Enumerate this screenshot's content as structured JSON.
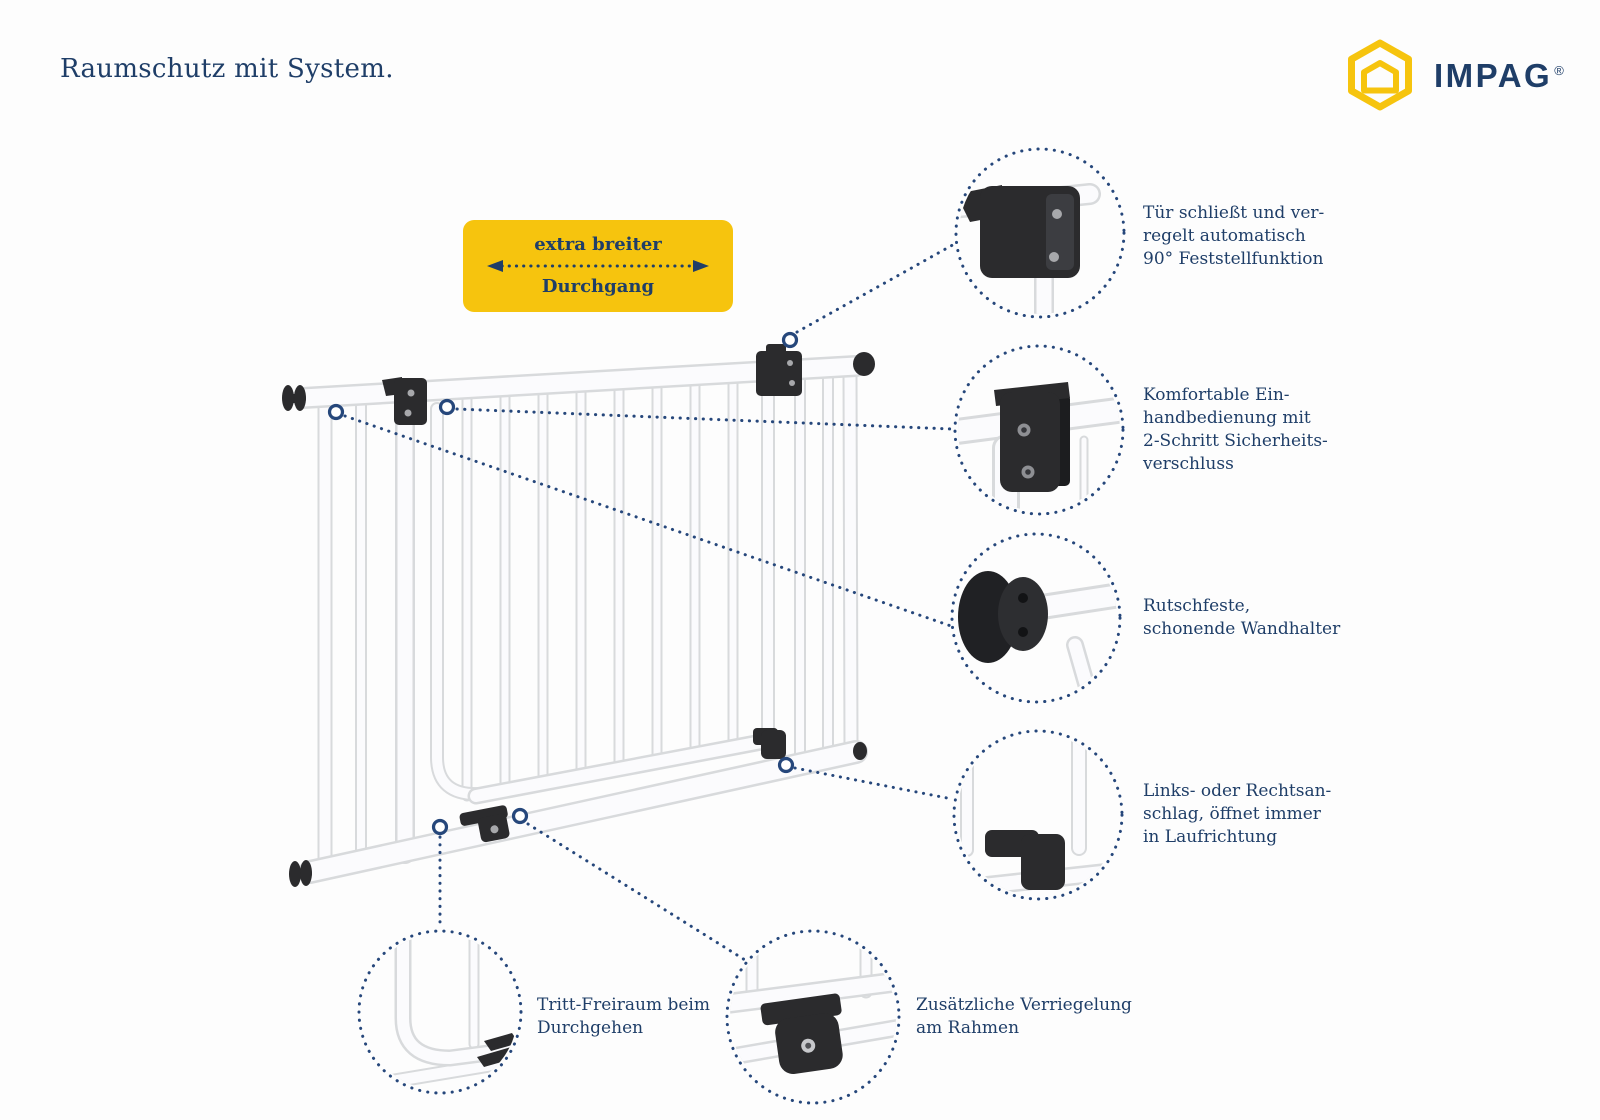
{
  "header": {
    "title": "Raumschutz mit System."
  },
  "logo": {
    "brand": "IMPAG",
    "registered": "®",
    "icon": "hexagon-house-logo-icon"
  },
  "badge": {
    "line1": "extra breiter",
    "line2": "Durchgang",
    "icon": "double-headed-dotted-arrow-icon"
  },
  "callouts": [
    {
      "id": "auto-close-latch",
      "lines": [
        "Tür schließt und ver-",
        "regelt automatisch",
        "90° Feststellfunktion"
      ]
    },
    {
      "id": "one-hand-lock",
      "lines": [
        "Komfortable Ein-",
        "handbedienung mit",
        "2-Schritt Sicherheits-",
        "verschluss"
      ]
    },
    {
      "id": "wall-holder",
      "lines": [
        "Rutschfeste,",
        "schonende Wandhalter"
      ]
    },
    {
      "id": "left-right-stop",
      "lines": [
        "Links- oder Rechtsan-",
        "schlag, öffnet immer",
        "in Laufrichtung"
      ]
    },
    {
      "id": "step-clearance",
      "lines": [
        "Tritt-Freiraum beim",
        "Durchgehen"
      ]
    },
    {
      "id": "extra-frame-lock",
      "lines": [
        "Zusätzliche Verriegelung",
        "am Rahmen"
      ]
    }
  ],
  "colors": {
    "navy": "#1f3e68",
    "dot": "#26477b",
    "yellow": "#f6c40e",
    "black-part": "#2b2b2d",
    "tube-border": "#d8dadc",
    "tube-fill": "#fbfbfd",
    "bg": "#fdfdfd",
    "screw": "#a7a8ab"
  }
}
